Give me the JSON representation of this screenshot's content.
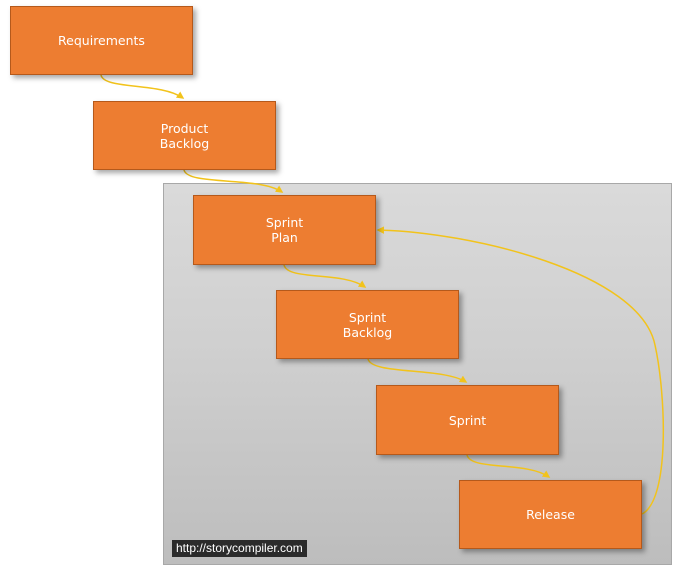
{
  "diagram": {
    "nodes": [
      {
        "id": "requirements",
        "label": "Requirements"
      },
      {
        "id": "product-backlog",
        "label": "Product\nBacklog"
      },
      {
        "id": "sprint-plan",
        "label": "Sprint\nPlan"
      },
      {
        "id": "sprint-backlog",
        "label": "Sprint\nBacklog"
      },
      {
        "id": "sprint",
        "label": "Sprint"
      },
      {
        "id": "release",
        "label": "Release"
      }
    ],
    "edges": [
      {
        "from": "requirements",
        "to": "product-backlog"
      },
      {
        "from": "product-backlog",
        "to": "sprint-plan"
      },
      {
        "from": "sprint-plan",
        "to": "sprint-backlog"
      },
      {
        "from": "sprint-backlog",
        "to": "sprint"
      },
      {
        "from": "sprint",
        "to": "release"
      },
      {
        "from": "release",
        "to": "sprint-plan"
      }
    ],
    "colors": {
      "box_fill": "#ed7d31",
      "box_border": "#b5591b",
      "box_text": "#ffffff",
      "connector": "#f2c31b",
      "group_fill": "#d0d0d0"
    }
  },
  "watermark": "http://storycompiler.com"
}
